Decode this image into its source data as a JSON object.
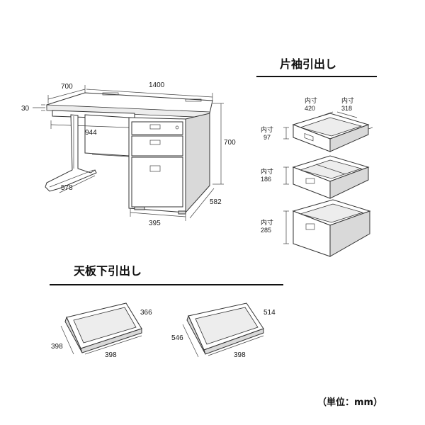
{
  "desk": {
    "width": "1400",
    "depth": "700",
    "top_thickness": "30",
    "knee_width": "944",
    "leg_depth": "578",
    "height": "700",
    "pedestal_depth": "582",
    "pedestal_width": "395"
  },
  "side_drawer": {
    "title": "片袖引出し",
    "inner_width_label": "内寸",
    "inner_width": "420",
    "inner_depth_label": "内寸",
    "inner_depth": "318",
    "drawers": [
      {
        "label": "内寸",
        "value": "97"
      },
      {
        "label": "内寸",
        "value": "186"
      },
      {
        "label": "内寸",
        "value": "285"
      }
    ]
  },
  "under_top_drawer": {
    "title": "天板下引出し",
    "trays": [
      {
        "depth": "398",
        "inner": "366",
        "width": "398"
      },
      {
        "depth": "546",
        "inner": "514",
        "width": "398"
      }
    ]
  },
  "unit_label": "（単位：mm）"
}
